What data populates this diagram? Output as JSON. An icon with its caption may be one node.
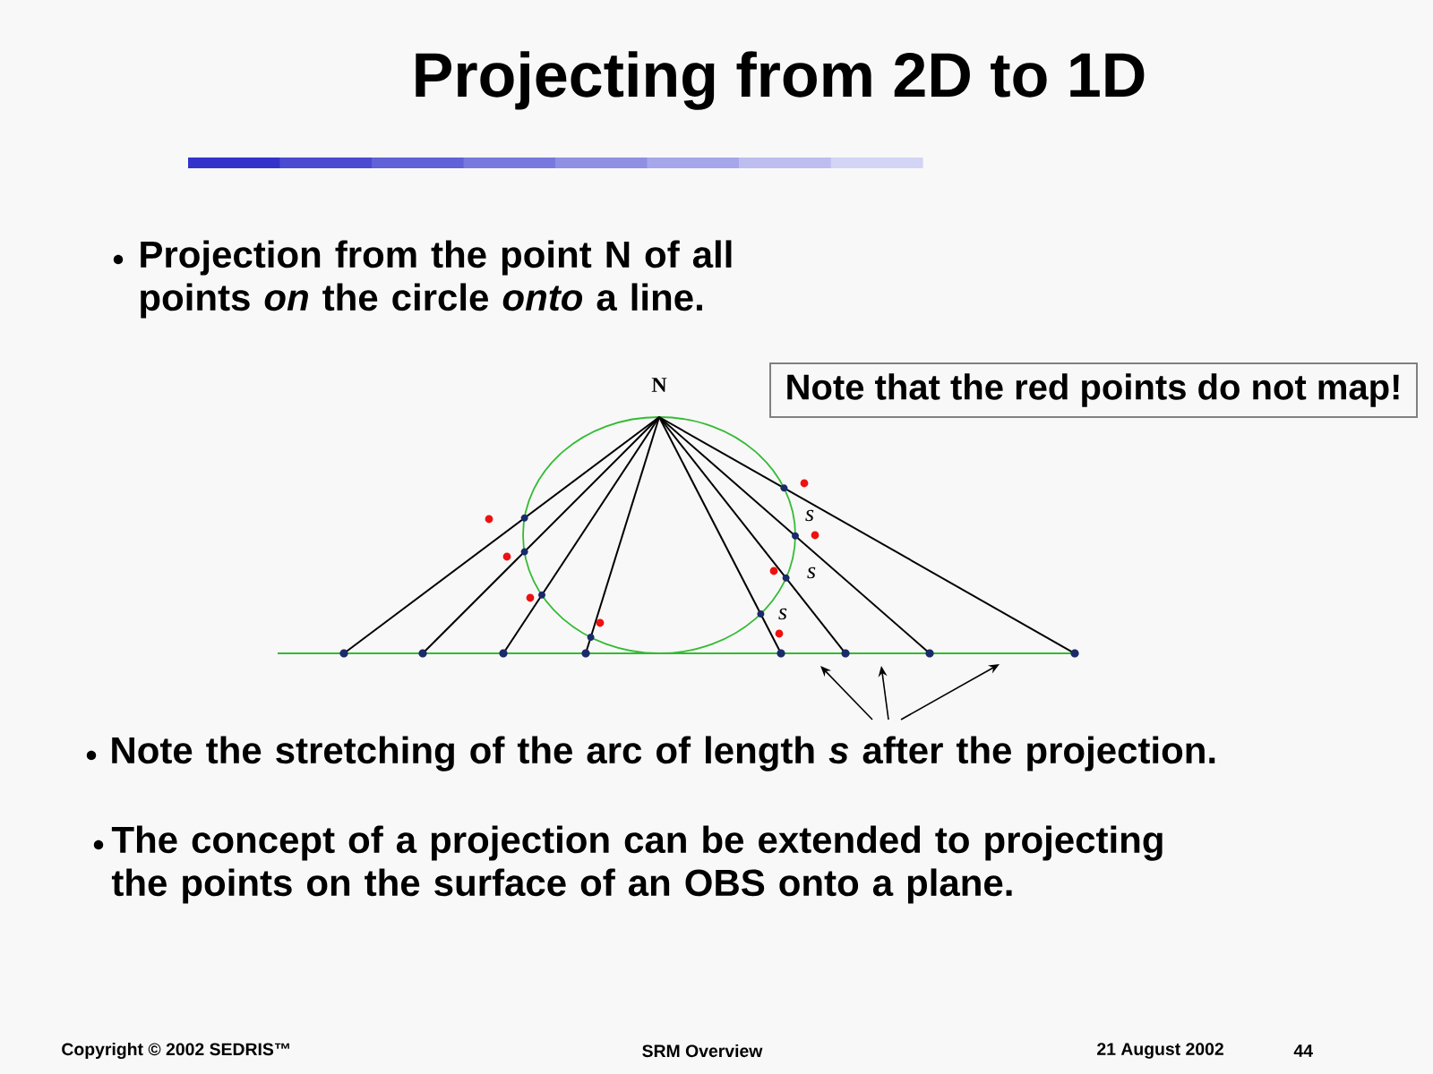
{
  "diagram": {
    "title": "Projecting from 2D to 1D",
    "nodes": [
      {
        "text": [
          "Note that the red points do not map!"
        ]
      }
    ],
    "labels": [
      "Projection from the point N of all points *on* the circle *onto* a line.",
      "N",
      "s",
      "s",
      "s",
      "Note the stretching of the arc of length *s* after the projection.",
      "The concept of a projection can be extended to projecting the points on the surface of an OBS onto a plane.",
      "Copyright © 2002 SEDRIS™",
      "SRM Overview",
      "21 August 2002",
      "44"
    ]
  }
}
